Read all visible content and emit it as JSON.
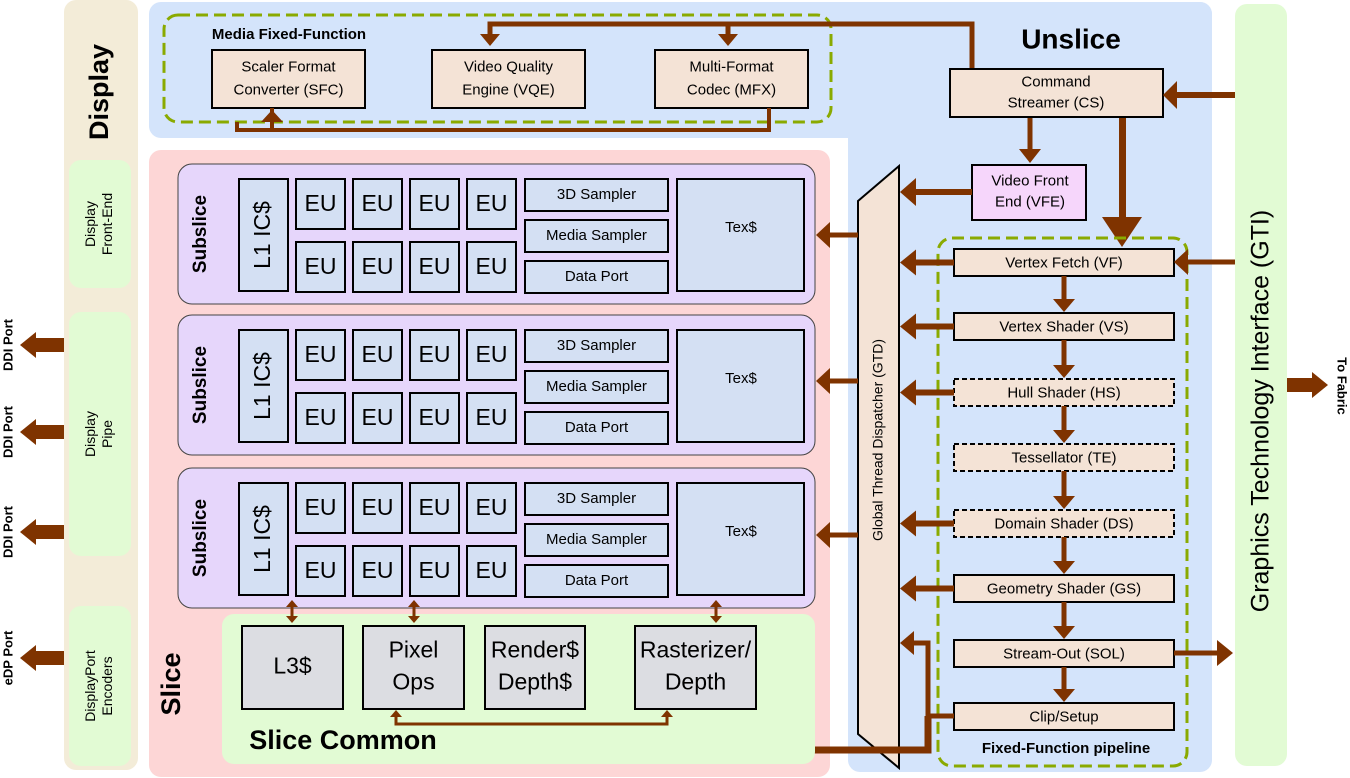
{
  "colors": {
    "display_bg": "#f3ecd8",
    "display_block": "#e2fbd4",
    "unslice_bg": "#d4e4fb",
    "slice_bg": "#fdd6d6",
    "subslice_bg": "#e6d6fb",
    "unit_blue": "#d4e0f3",
    "unit_tan": "#f4e3d6",
    "unit_pink": "#f6d6fb",
    "unit_gray": "#dcdde2",
    "slice_common_bg": "#e2fbd4",
    "gti_bg": "#e2fbd4",
    "arrow": "#7f3300",
    "dashed_group": "#8aaa00"
  },
  "display": {
    "title": "Display",
    "blocks": [
      {
        "name": "display-front-end",
        "lines": [
          "Display",
          "Front-End"
        ]
      },
      {
        "name": "display-pipe",
        "lines": [
          "Display",
          "Pipe"
        ]
      },
      {
        "name": "displayport-encoders",
        "lines": [
          "DisplayPort",
          "Encoders"
        ]
      }
    ],
    "ports": [
      "DDI Port",
      "DDI Port",
      "DDI Port",
      "eDP Port"
    ]
  },
  "media": {
    "title": "Media Fixed-Function",
    "units": [
      {
        "name": "sfc",
        "lines": [
          "Scaler Format",
          "Converter (SFC)"
        ]
      },
      {
        "name": "vqe",
        "lines": [
          "Video Quality",
          "Engine (VQE)"
        ]
      },
      {
        "name": "mfx",
        "lines": [
          "Multi-Format",
          "Codec (MFX)"
        ]
      }
    ]
  },
  "unslice": {
    "title": "Unslice",
    "command_streamer": [
      "Command",
      "Streamer (CS)"
    ],
    "video_front_end": [
      "Video Front",
      "End (VFE)"
    ],
    "gtd": "Global Thread Dispatcher (GTD)",
    "pipeline_title": "Fixed-Function pipeline",
    "pipeline": [
      {
        "label": "Vertex Fetch (VF)",
        "optional": false
      },
      {
        "label": "Vertex Shader (VS)",
        "optional": false
      },
      {
        "label": "Hull Shader (HS)",
        "optional": true
      },
      {
        "label": "Tessellator (TE)",
        "optional": true
      },
      {
        "label": "Domain Shader (DS)",
        "optional": true
      },
      {
        "label": "Geometry Shader (GS)",
        "optional": false
      },
      {
        "label": "Stream-Out (SOL)",
        "optional": false
      },
      {
        "label": "Clip/Setup",
        "optional": false
      }
    ]
  },
  "slice": {
    "title": "Slice",
    "subslices": [
      {
        "title": "Subslice",
        "icache": "L1 IC$",
        "eu": [
          "EU",
          "EU",
          "EU",
          "EU",
          "EU",
          "EU",
          "EU",
          "EU"
        ],
        "samplers": [
          "3D Sampler",
          "Media Sampler",
          "Data Port"
        ],
        "texcache": "Tex$"
      },
      {
        "title": "Subslice",
        "icache": "L1 IC$",
        "eu": [
          "EU",
          "EU",
          "EU",
          "EU",
          "EU",
          "EU",
          "EU",
          "EU"
        ],
        "samplers": [
          "3D Sampler",
          "Media Sampler",
          "Data Port"
        ],
        "texcache": "Tex$"
      },
      {
        "title": "Subslice",
        "icache": "L1 IC$",
        "eu": [
          "EU",
          "EU",
          "EU",
          "EU",
          "EU",
          "EU",
          "EU",
          "EU"
        ],
        "samplers": [
          "3D Sampler",
          "Media Sampler",
          "Data Port"
        ],
        "texcache": "Tex$"
      }
    ],
    "common_title": "Slice Common",
    "common_units": [
      {
        "name": "l3-cache",
        "lines": [
          "L3$"
        ]
      },
      {
        "name": "pixel-ops",
        "lines": [
          "Pixel",
          "Ops"
        ]
      },
      {
        "name": "render-depth-cache",
        "lines": [
          "Render$",
          "Depth$"
        ]
      },
      {
        "name": "rasterizer-depth",
        "lines": [
          "Rasterizer/",
          "Depth"
        ]
      }
    ]
  },
  "gti": {
    "title": "Graphics Technology Interface (GTI)",
    "fabric_label": "To Fabric"
  }
}
